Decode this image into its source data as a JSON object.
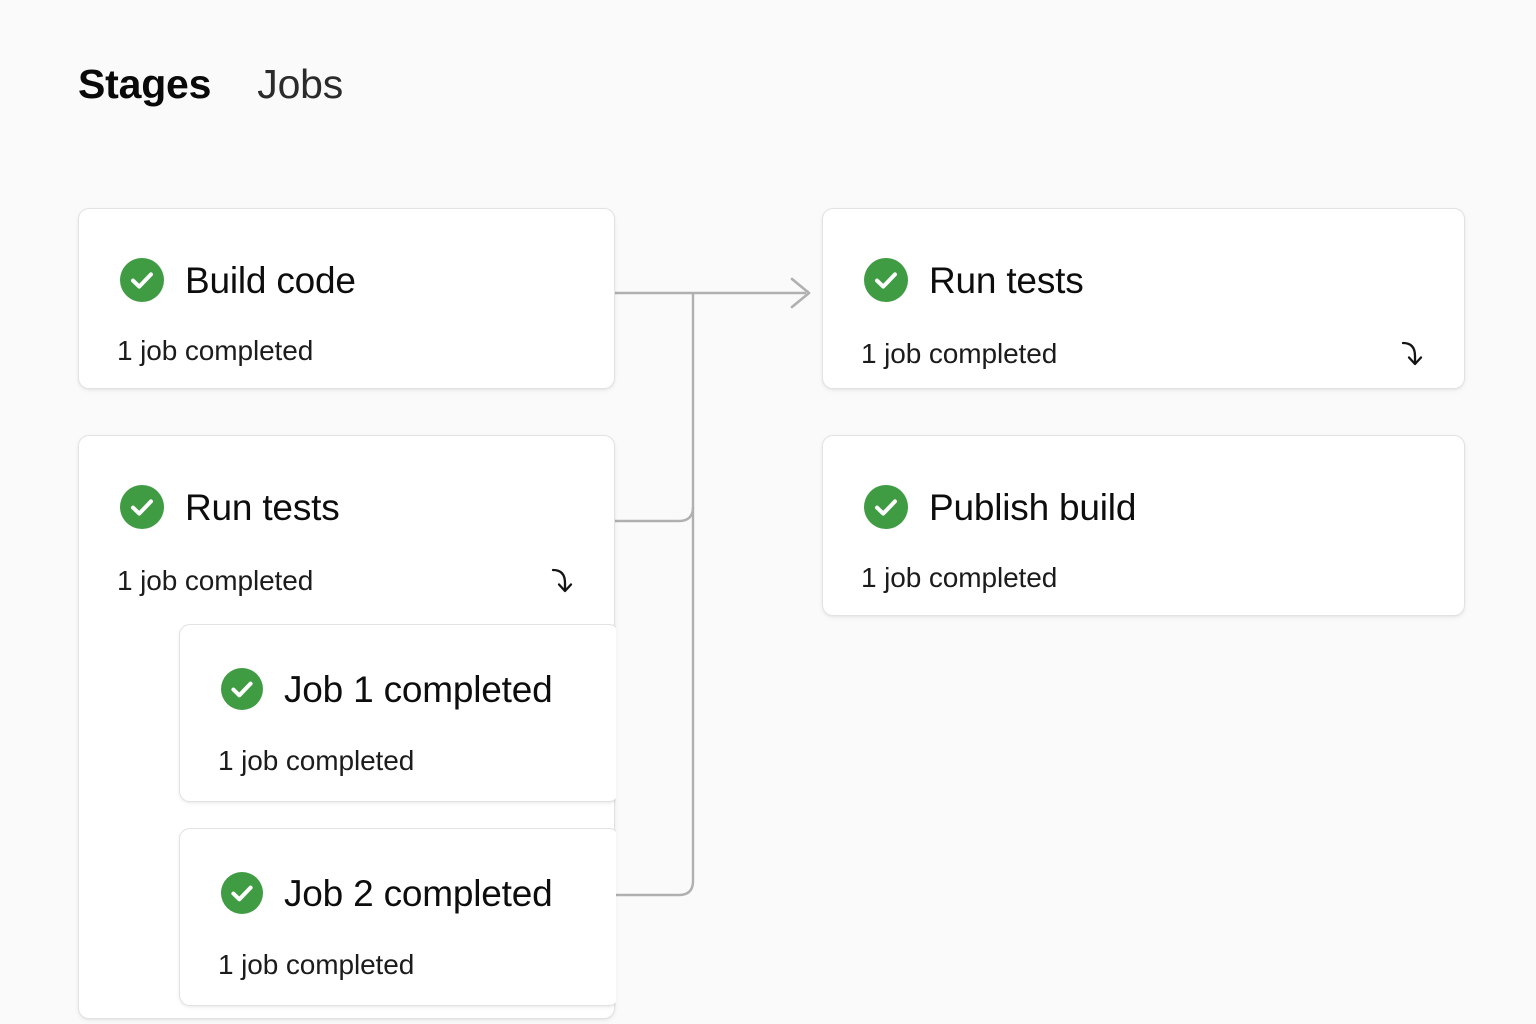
{
  "page": {
    "background": "#fafafa",
    "accent_green": "#3f9c43",
    "card_background": "#ffffff",
    "card_border": "#e2e2e2",
    "connector_color": "#b0b0b0"
  },
  "header": {
    "tabs": [
      {
        "label": "Stages",
        "active": true
      },
      {
        "label": "Jobs",
        "active": false
      }
    ]
  },
  "stages": [
    {
      "id": "build-code",
      "title": "Build code",
      "subtitle": "1 job completed",
      "status": "succeeded",
      "status_icon": "check-circle-icon",
      "jump_icon": null,
      "jobs": []
    },
    {
      "id": "run-tests-stage",
      "title": "Run tests",
      "subtitle": "1 job completed",
      "status": "succeeded",
      "status_icon": "check-circle-icon",
      "jump_icon": "jump-to-icon",
      "jobs": [
        {
          "id": "job-1",
          "title": "Job 1 completed",
          "subtitle": "1 job completed",
          "status": "succeeded",
          "status_icon": "check-circle-icon"
        },
        {
          "id": "job-2",
          "title": "Job 2 completed",
          "subtitle": "1 job completed",
          "status": "succeeded",
          "status_icon": "check-circle-icon"
        }
      ]
    }
  ],
  "jobs_column": [
    {
      "id": "run-tests-job",
      "title": "Run tests",
      "subtitle": "1 job completed",
      "status": "succeeded",
      "status_icon": "check-circle-icon",
      "jump_icon": "jump-to-icon"
    },
    {
      "id": "publish-build",
      "title": "Publish build",
      "subtitle": "1 job completed",
      "status": "succeeded",
      "status_icon": "check-circle-icon",
      "jump_icon": null
    }
  ],
  "connectors": [
    {
      "id": "build-code-to-run-tests",
      "from": "build-code",
      "to": "run-tests-job",
      "arrowhead": true
    },
    {
      "id": "run-tests-stage-to-trunk",
      "from": "run-tests-stage",
      "to": "trunk",
      "arrowhead": false
    },
    {
      "id": "job-2-to-trunk",
      "from": "job-2",
      "to": "trunk",
      "arrowhead": false
    }
  ]
}
